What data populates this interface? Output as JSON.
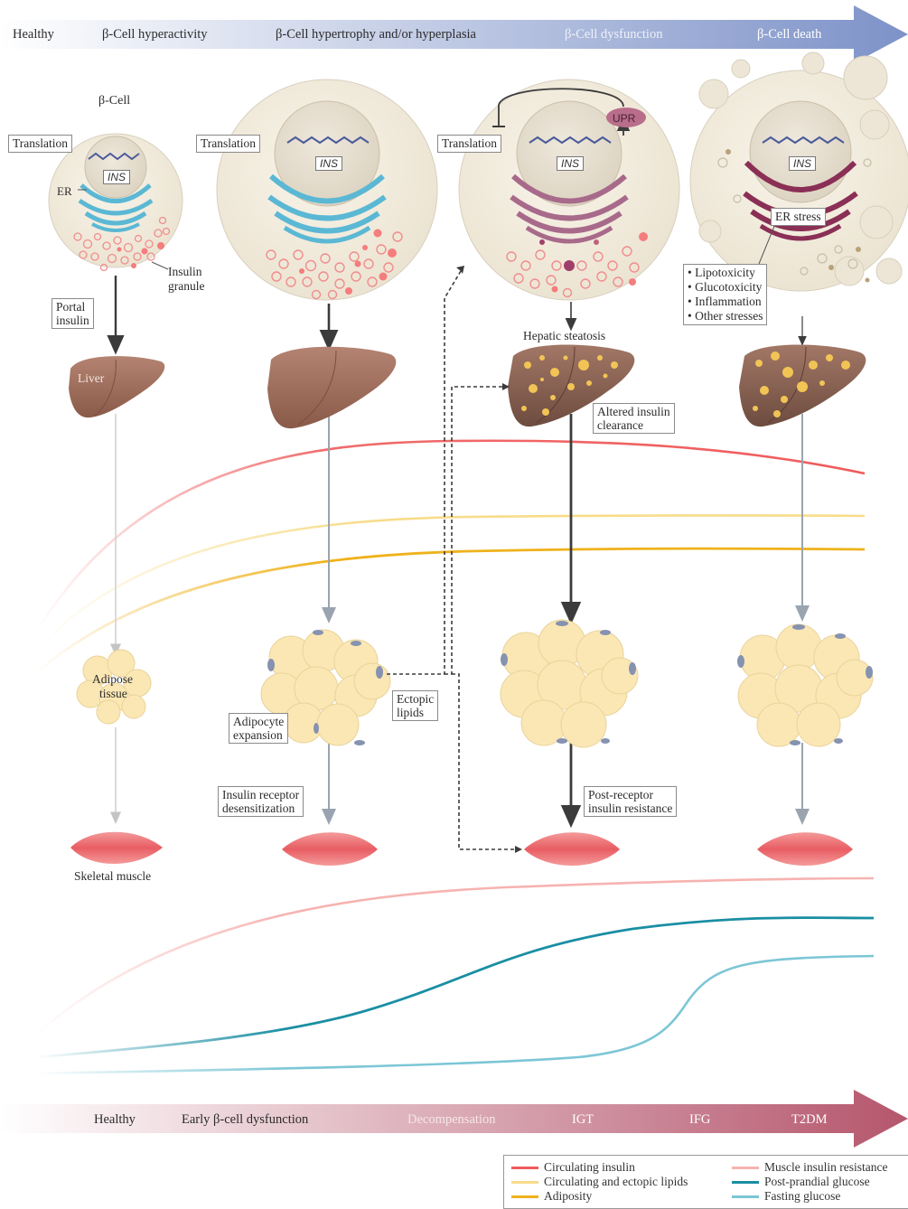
{
  "top_arrow": {
    "stages": [
      "Healthy",
      "β-Cell hyperactivity",
      "β-Cell hypertrophy and/or hyperplasia",
      "β-Cell dysfunction",
      "β-Cell death"
    ]
  },
  "bottom_arrow": {
    "stages": [
      "Healthy",
      "Early β-cell dysfunction",
      "Decompensation",
      "IGT",
      "IFG",
      "T2DM"
    ]
  },
  "labels": {
    "beta_cell": "β-Cell",
    "translation": "Translation",
    "er": "ER",
    "ins": "INS",
    "upr": "UPR",
    "insulin_granule": "Insulin granule",
    "insulin_granule_l1": "Insulin",
    "insulin_granule_l2": "granule",
    "portal_insulin_l1": "Portal",
    "portal_insulin_l2": "insulin",
    "liver": "Liver",
    "adipose_l1": "Adipose",
    "adipose_l2": "tissue",
    "skeletal_muscle": "Skeletal muscle",
    "hepatic_steatosis": "Hepatic steatosis",
    "altered_clearance_l1": "Altered insulin",
    "altered_clearance_l2": "clearance",
    "er_stress": "ER stress",
    "stresses": [
      "• Lipotoxicity",
      "• Glucotoxicity",
      "• Inflammation",
      "• Other stresses"
    ],
    "ectopic_l1": "Ectopic",
    "ectopic_l2": "lipids",
    "adipocyte_l1": "Adipocyte",
    "adipocyte_l2": "expansion",
    "receptor_l1": "Insulin receptor",
    "receptor_l2": "desensitization",
    "postreceptor_l1": "Post-receptor",
    "postreceptor_l2": "insulin resistance"
  },
  "legend": {
    "items": [
      {
        "label": "Circulating insulin",
        "color": "#ef5b5b"
      },
      {
        "label": "Circulating and ectopic lipids",
        "color": "#f7dc8a"
      },
      {
        "label": "Adiposity",
        "color": "#efb21c"
      },
      {
        "label": "Muscle insulin resistance",
        "color": "#f6b3b0"
      },
      {
        "label": "Post-prandial glucose",
        "color": "#1a8ea3"
      },
      {
        "label": "Fasting glucose",
        "color": "#7cc6d6"
      }
    ]
  },
  "colors": {
    "top_arrow_start": "#ffffff",
    "top_arrow_end": "#7d92c8",
    "bottom_arrow_start": "#ffffff",
    "bottom_arrow_end": "#b5566c",
    "er_healthy": "#5bb8d4",
    "er_stressed": "#a86a8a",
    "er_death": "#8a2f55",
    "liver": "#9b6b5a",
    "granule": "#f08d8d",
    "cell_fill": "#f3ede0"
  }
}
